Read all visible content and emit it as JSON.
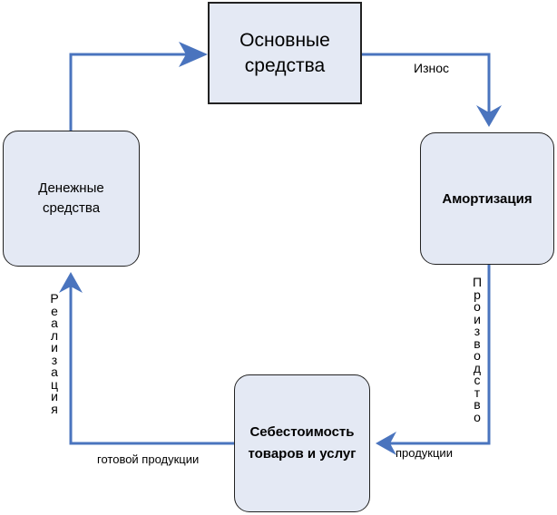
{
  "nodes": {
    "fixed_assets": {
      "line1": "Основные",
      "line2": "средства"
    },
    "depreciation": {
      "label": "Амортизация"
    },
    "cash": {
      "line1": "Денежные",
      "line2": "средства"
    },
    "cost": {
      "line1": "Себестоимость",
      "line2": "товаров и услуг"
    }
  },
  "edges": {
    "wear": "Износ",
    "production": [
      "П",
      "р",
      "о",
      "и",
      "з",
      "в",
      "о",
      "д",
      "с",
      "т",
      "в",
      "о"
    ],
    "production_end": "продукции",
    "realization": [
      "Р",
      "е",
      "а",
      "л",
      "и",
      "з",
      "а",
      "ц",
      "и",
      "я"
    ],
    "finished_goods": "готовой продукции"
  },
  "colors": {
    "arrow": "#4a74be",
    "box_fill": "#e4e9f4",
    "box_border": "#222222"
  }
}
